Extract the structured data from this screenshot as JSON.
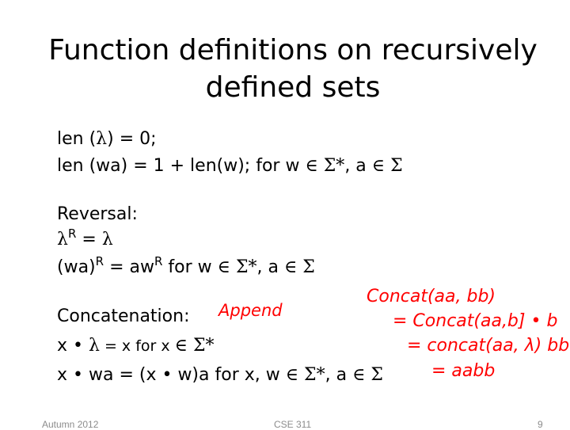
{
  "slide": {
    "title_line1": "Function definitions on recursively",
    "title_line2": "defined sets",
    "len_base": {
      "t1": "len (",
      "lambda": "λ",
      "t2": ") = 0;"
    },
    "len_rec": {
      "t1": "len (wa) = 1 + len(w); for w ",
      "in1": "∈",
      "sigma1": "Σ*",
      "t2": ", a ",
      "in2": "∈",
      "sigma2": "Σ"
    },
    "reversal": {
      "heading": "Reversal:",
      "base_lambda": "λ",
      "base_sup": "R",
      "base_eq": " = ",
      "base_lambda2": "λ",
      "rec_t1": "(wa)",
      "rec_sup1": "R",
      "rec_t2": " = aw",
      "rec_sup2": "R",
      "rec_t3": " for w ",
      "rec_in1": "∈",
      "rec_sigma1": "Σ*",
      "rec_t4": ", a ",
      "rec_in2": "∈",
      "rec_sigma2": "Σ"
    },
    "concatenation": {
      "heading": "Concatenation:",
      "base_t1": "x • ",
      "base_lambda": "λ",
      "base_t2": " = x for x ",
      "base_in": "∈",
      "base_sigma": "Σ*",
      "rec_t1": "x • wa = (x • w)a for x, w ",
      "rec_in1": "∈",
      "rec_sigma1": "Σ*",
      "rec_t2": ", a ",
      "rec_in2": "∈",
      "rec_sigma2": "Σ"
    }
  },
  "annotations": {
    "append": "Append",
    "line1": "Concat(aa, bb)",
    "line2": "= Concat(aa,b] • b",
    "line3": "= concat(aa, λ) bb",
    "line4": "=     aabb",
    "color": "#ff0000"
  },
  "footer": {
    "left": "Autumn 2012",
    "center": "CSE 311",
    "right": "9"
  }
}
